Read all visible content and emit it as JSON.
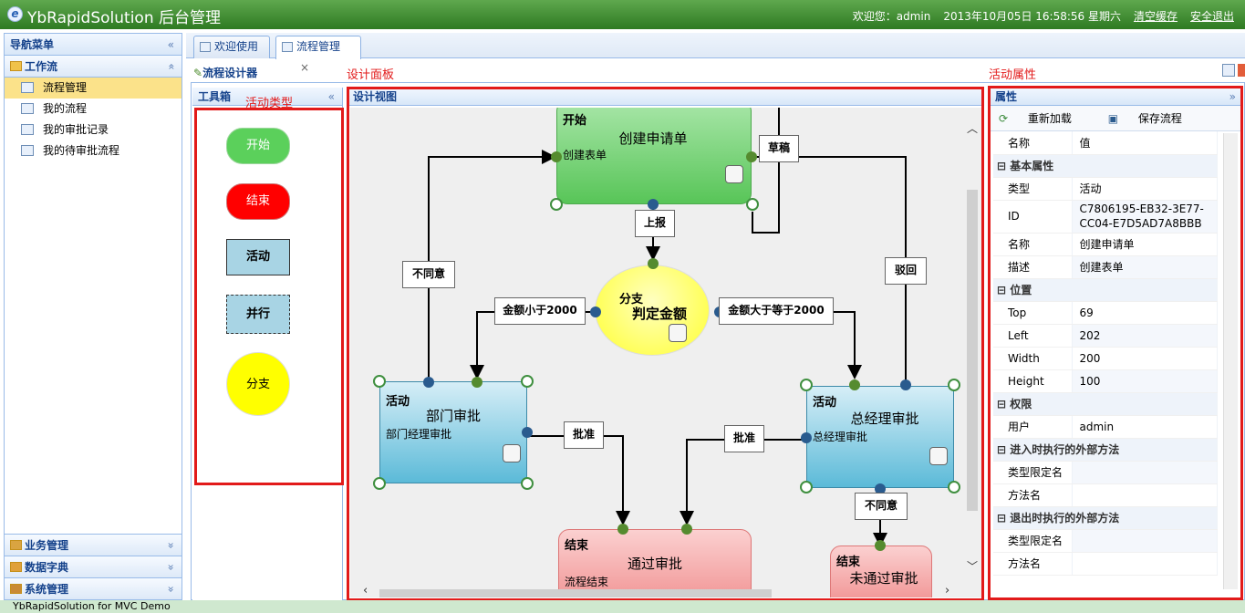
{
  "app": {
    "logo": "e",
    "title": "YbRapidSolution 后台管理"
  },
  "topbar": {
    "welcome": "欢迎您：admin",
    "datetime": "2013年10月05日 16:58:56 星期六",
    "clear_cache": "清空缓存",
    "logout": "安全退出"
  },
  "sidebar": {
    "title": "导航菜单",
    "title_tool": "«",
    "group": "工作流",
    "group_tool": "»",
    "items": [
      {
        "label": "流程管理",
        "selected": true
      },
      {
        "label": "我的流程"
      },
      {
        "label": "我的审批记录"
      },
      {
        "label": "我的待审批流程"
      }
    ],
    "bottom_groups": [
      {
        "label": "业务管理",
        "tool": "»"
      },
      {
        "label": "数据字典",
        "tool": "»"
      },
      {
        "label": "系统管理",
        "tool": "»"
      }
    ]
  },
  "tabs": [
    {
      "label": "欢迎使用"
    },
    {
      "label": "流程管理",
      "close": "×",
      "active": true
    }
  ],
  "designer": {
    "title": "流程设计器",
    "annot_design_panel": "设计面板",
    "annot_activity_props": "活动属性"
  },
  "toolbox": {
    "title": "工具箱",
    "tool": "«",
    "annot": "活动类型",
    "items": {
      "start": "开始",
      "end": "结束",
      "activity": "活动",
      "parallel": "并行",
      "branch": "分支"
    }
  },
  "design_view": {
    "title": "设计视图",
    "nodes": {
      "create": {
        "type": "开始",
        "name": "创建申请单",
        "desc": "创建表单"
      },
      "branch": {
        "type": "分支",
        "name": "判定金额"
      },
      "dept": {
        "type": "活动",
        "name": "部门审批",
        "desc": "部门经理审批"
      },
      "gm": {
        "type": "活动",
        "name": "总经理审批",
        "desc": "总经理审批"
      },
      "pass": {
        "type": "结束",
        "name": "通过审批",
        "desc": "流程结束"
      },
      "fail": {
        "type": "结束",
        "name": "未通过审批"
      }
    },
    "edges": {
      "draft": "草稿",
      "submit": "上报",
      "disagree_left": "不同意",
      "reject": "驳回",
      "lt2000": "金额小于2000",
      "ge2000": "金额大于等于2000",
      "approve_left": "批准",
      "approve_right": "批准",
      "disagree_right": "不同意"
    }
  },
  "props": {
    "title": "属性",
    "tool": "»",
    "reload": "重新加载",
    "save": "保存流程",
    "header": {
      "name": "名称",
      "value": "值"
    },
    "groups": {
      "basic": "基本属性",
      "position": "位置",
      "permission": "权限",
      "enter": "进入时执行的外部方法",
      "exit": "退出时执行的外部方法"
    },
    "rows": {
      "type": {
        "k": "类型",
        "v": "活动"
      },
      "id": {
        "k": "ID",
        "v": "C7806195-EB32-3E77-CC04-E7D5AD7A8BBB"
      },
      "name": {
        "k": "名称",
        "v": "创建申请单"
      },
      "desc": {
        "k": "描述",
        "v": "创建表单"
      },
      "top": {
        "k": "Top",
        "v": "69"
      },
      "left": {
        "k": "Left",
        "v": "202"
      },
      "width": {
        "k": "Width",
        "v": "200"
      },
      "height": {
        "k": "Height",
        "v": "100"
      },
      "user": {
        "k": "用户",
        "v": "admin"
      },
      "enter_class": {
        "k": "类型限定名",
        "v": ""
      },
      "enter_method": {
        "k": "方法名",
        "v": ""
      },
      "exit_class": {
        "k": "类型限定名",
        "v": ""
      },
      "exit_method": {
        "k": "方法名",
        "v": ""
      }
    }
  },
  "statusbar": "YbRapidSolution for MVC Demo",
  "colors": {
    "annotation_red": "#e21a1a",
    "topbar_green": "#3f8f34",
    "panel_border": "#99bbe8"
  }
}
